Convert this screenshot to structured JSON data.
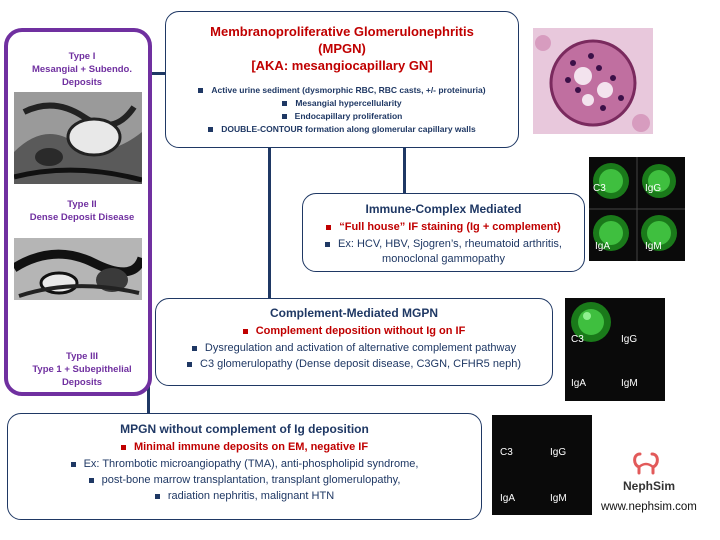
{
  "sidebar": {
    "type1": [
      "Type I",
      "Mesangial + Subendo.",
      "Deposits"
    ],
    "type2": [
      "Type II",
      "Dense Deposit Disease"
    ],
    "type3": [
      "Type III",
      "Type 1 + Subepithelial",
      "Deposits"
    ]
  },
  "main": {
    "title_lines": [
      "Membranoproliferative Glomerulonephritis",
      "(MPGN)",
      "[AKA: mesangiocapillary GN]"
    ],
    "bullets": [
      "Active urine sediment (dysmorphic RBC, RBC casts, +/- proteinuria)",
      "Mesangial hypercellularity",
      "Endocapillary proliferation",
      "DOUBLE-CONTOUR formation along glomerular capillary walls"
    ]
  },
  "immune": {
    "title": "Immune-Complex Mediated",
    "highlight": "“Full house” IF staining (Ig + complement)",
    "bullet_lines": [
      "Ex: HCV, HBV, Sjogren’s, rheumatoid arthritis,",
      "monoclonal gammopathy"
    ]
  },
  "complement": {
    "title": "Complement-Mediated MGPN",
    "highlight": "Complement deposition without Ig on IF",
    "bullets": [
      "Dysregulation and activation of alternative complement pathway",
      "C3 glomerulopathy (Dense deposit disease, C3GN, CFHR5 neph)"
    ]
  },
  "nocomp": {
    "title": "MPGN without complement of Ig deposition",
    "highlight": "Minimal immune deposits on EM, negative IF",
    "bullet_lines": [
      "Ex: Thrombotic microangiopathy (TMA), anti-phospholipid syndrome,",
      "post-bone marrow transplantation, transplant glomerulopathy,",
      "radiation nephritis, malignant HTN"
    ]
  },
  "if_labels": {
    "c3": "C3",
    "igg": "IgG",
    "iga": "IgA",
    "igm": "IgM"
  },
  "branding": {
    "logo_text": "NephSim",
    "url": "www.nephsim.com"
  },
  "colors": {
    "navy": "#1f3864",
    "red": "#c00000",
    "purple": "#7030a0",
    "green": "#3fbf3f"
  }
}
